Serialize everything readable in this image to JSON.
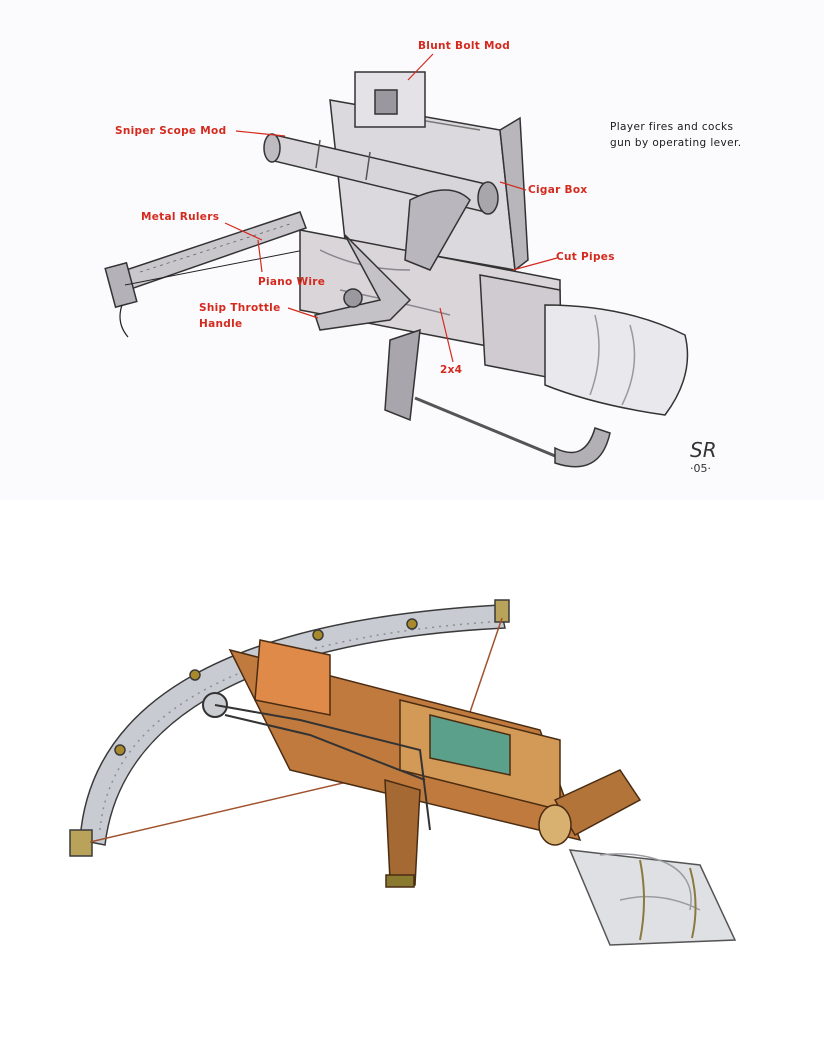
{
  "callouts": {
    "blunt_bolt_mod": "Blunt Bolt Mod",
    "sniper_scope_mod": "Sniper Scope Mod",
    "cigar_box": "Cigar Box",
    "metal_rulers": "Metal Rulers",
    "cut_pipes": "Cut Pipes",
    "piano_wire": "Piano Wire",
    "ship_throttle_handle_line1": "Ship Throttle",
    "ship_throttle_handle_line2": "Handle",
    "two_by_four": "2x4"
  },
  "note": {
    "line1": "Player fires and cocks",
    "line2": "gun by operating lever."
  },
  "signature": {
    "initials": "SR",
    "year": "·05·"
  },
  "colors": {
    "callout_red": "#d42a1e",
    "wood": "#b8763a",
    "wood_dark": "#7a4a22",
    "metal": "#b9bcc2",
    "cloth": "#dcdcdc"
  }
}
